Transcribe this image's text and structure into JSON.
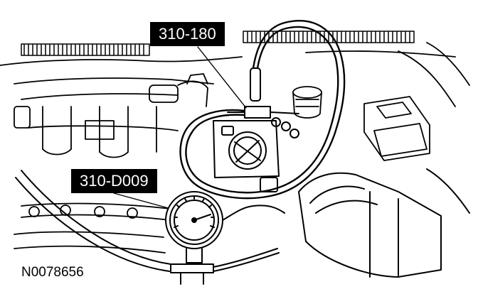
{
  "callouts": {
    "tool_fuel_pressure_adapter": "310-180",
    "tool_fuel_pressure_gauge": "310-D009"
  },
  "figure": {
    "reference_number": "N0078656"
  },
  "colors": {
    "line_art": "#000000",
    "background": "#ffffff",
    "label_background": "#000000",
    "label_text": "#ffffff"
  }
}
